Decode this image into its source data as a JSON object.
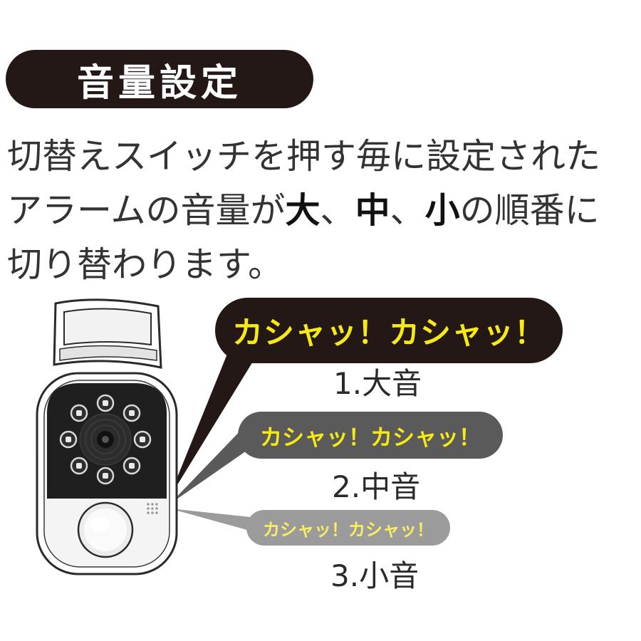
{
  "title": "音量設定",
  "description": {
    "line1": "切替えスイッチを押す毎に設定された",
    "line2_pre": "アラームの音量が",
    "level_large": "大",
    "sep1": "、",
    "level_medium": "中",
    "sep2": "、",
    "level_small": "小",
    "line2_post": "の順番に",
    "line3": "切り替わります。"
  },
  "sounds": [
    {
      "bubble": "カシャッ！カシャッ！",
      "label": "1.大音"
    },
    {
      "bubble": "カシャッ！カシャッ！",
      "label": "2.中音"
    },
    {
      "bubble": "カシャッ！カシャッ！",
      "label": "3.小音"
    }
  ],
  "colors": {
    "title_bg": "#231815",
    "bubble_large_bg": "#231815",
    "bubble_medium_bg": "#5a5a5a",
    "bubble_small_bg": "#9b9b9b",
    "bubble_text": "#f5ea14"
  }
}
